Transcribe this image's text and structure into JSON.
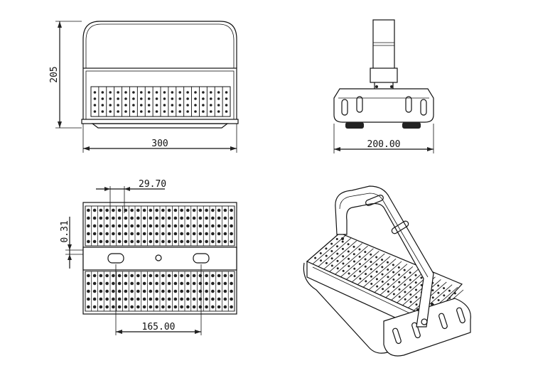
{
  "views": {
    "front": {
      "height_label": "205",
      "width_label": "300"
    },
    "side": {
      "width_label": "200.00"
    },
    "top": {
      "pitch_label": "29.70",
      "offset_label": "0.31",
      "slot_spacing_label": "165.00"
    },
    "iso": {}
  },
  "colors": {
    "line": "#111111",
    "background": "#ffffff"
  }
}
